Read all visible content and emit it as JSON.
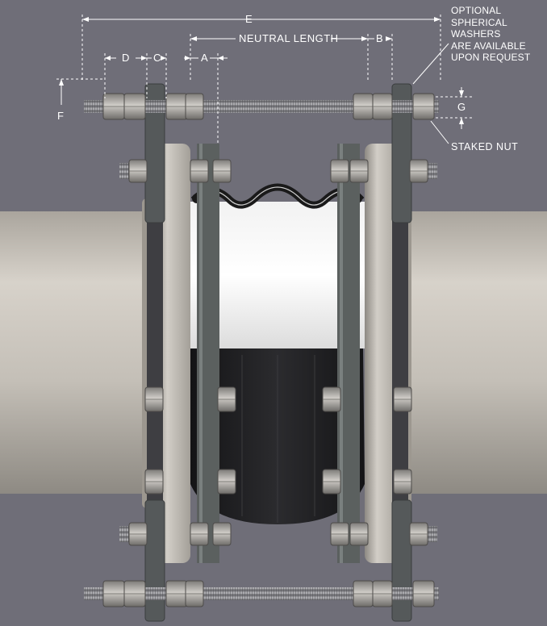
{
  "dimension_labels": {
    "E": "E",
    "neutral_length": "NEUTRAL LENGTH",
    "B": "B",
    "D": "D",
    "C": "C",
    "A": "A",
    "F": "F",
    "G": "G"
  },
  "callouts": {
    "optional_washers": [
      "OPTIONAL",
      "SPHERICAL",
      "WASHERS",
      "ARE AVAILABLE",
      "UPON REQUEST"
    ],
    "staked_nut": "STAKED NUT"
  },
  "colors": {
    "background": "#6f6e78",
    "pipe": "#c9c4bc",
    "flange": "#bdb8b0",
    "rubber": "#1e1e20",
    "rod": "#8f8f94",
    "nut": "#a7a4a0",
    "gusset": "#5b605f",
    "dimension_lines": "#ffffff"
  }
}
